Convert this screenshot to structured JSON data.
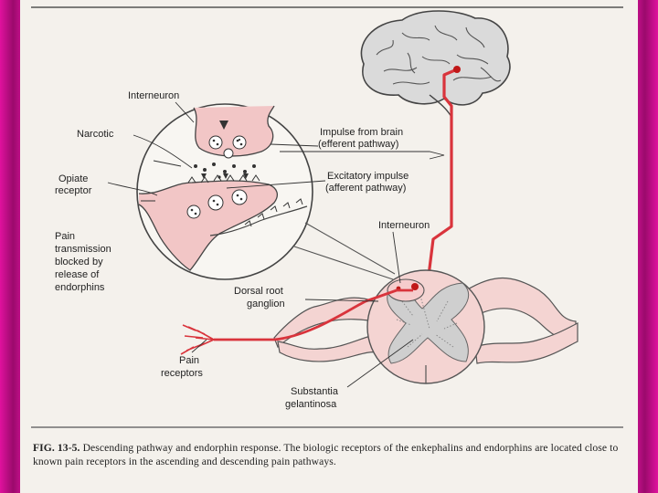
{
  "labels": {
    "interneuron_top": "Interneuron",
    "narcotic": "Narcotic",
    "opiate_receptor": [
      "Opiate",
      "receptor"
    ],
    "impulse_from_brain": [
      "Impulse from brain",
      "(efferent pathway)"
    ],
    "excitatory_impulse": [
      "Excitatory impulse",
      "(afferent pathway)"
    ],
    "interneuron_cord": "Interneuron",
    "pain_blocked": [
      "Pain",
      "transmission",
      "blocked by",
      "release of",
      "endorphins"
    ],
    "dorsal_root": [
      "Dorsal root",
      "ganglion"
    ],
    "pain_receptors": [
      "Pain",
      "receptors"
    ],
    "substantia": [
      "Substantia",
      "gelantinosa"
    ]
  },
  "caption": {
    "fig_number": "FIG. 13-5.",
    "text": "Descending pathway and endorphin response. The biologic receptors of the enkephalins and endorphins are located close to known pain receptors in the ascending and descending pain pathways."
  },
  "colors": {
    "frame": "#c20f8a",
    "page": "#f4f1ec",
    "pathway": "#d9343c",
    "tissue": "#f2c6c6",
    "brain": "#d8d8d8"
  }
}
